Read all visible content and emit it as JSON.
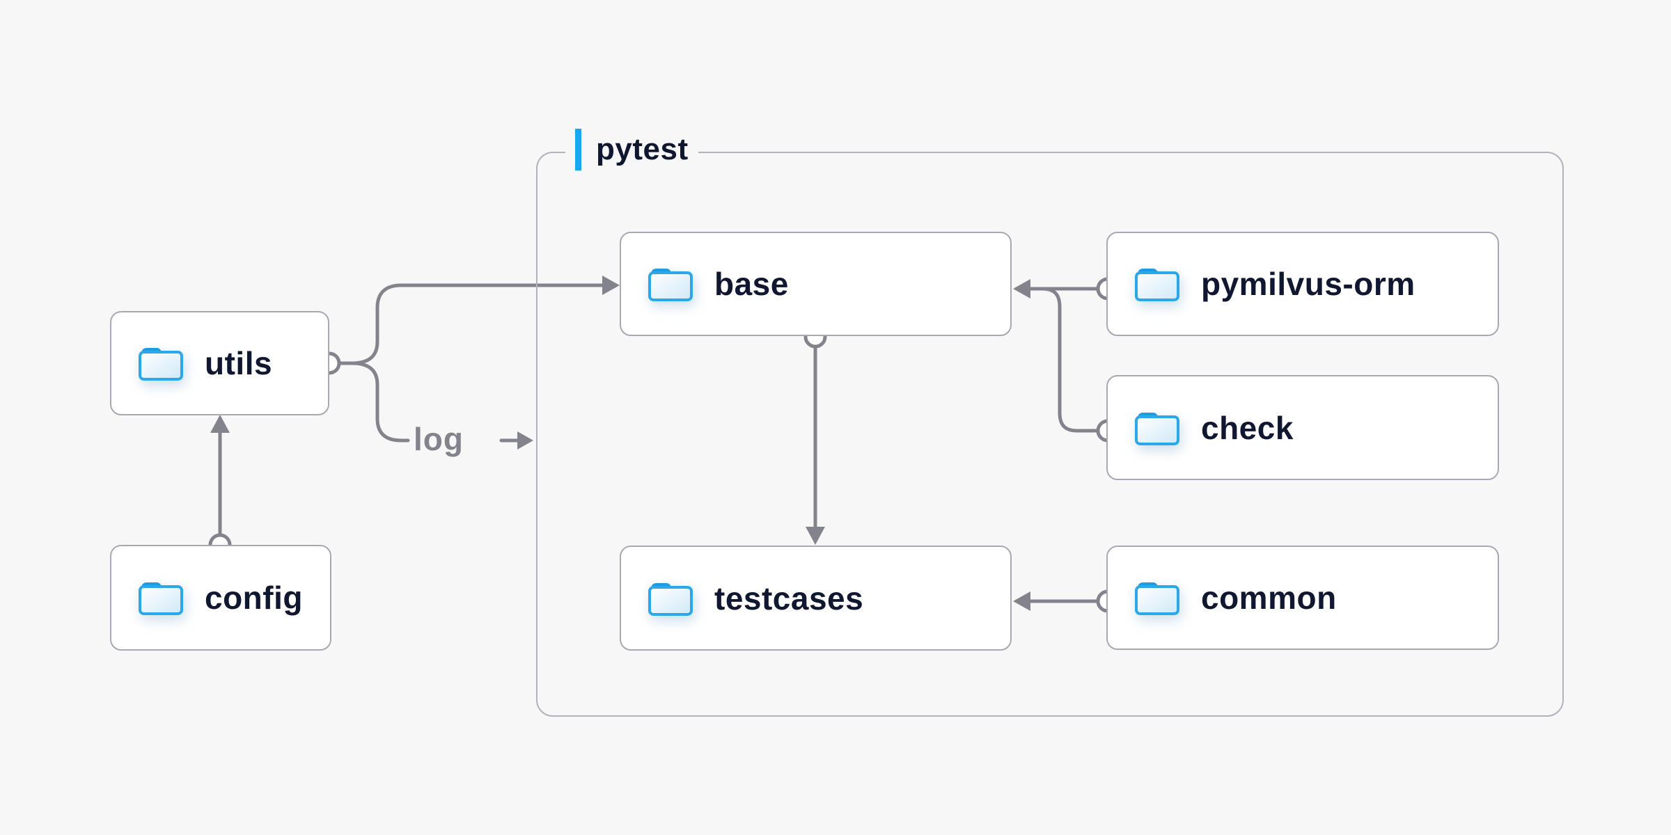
{
  "diagram": {
    "title_group": {
      "label": "pytest"
    },
    "nodes": {
      "utils": {
        "label": "utils",
        "icon": "folder-icon"
      },
      "config": {
        "label": "config",
        "icon": "folder-icon"
      },
      "base": {
        "label": "base",
        "icon": "folder-icon"
      },
      "testcases": {
        "label": "testcases",
        "icon": "folder-icon"
      },
      "pymilvus": {
        "label": "pymilvus-orm",
        "icon": "folder-icon"
      },
      "check": {
        "label": "check",
        "icon": "folder-icon"
      },
      "common": {
        "label": "common",
        "icon": "folder-icon"
      }
    },
    "edge_labels": {
      "log": "log"
    },
    "edges": [
      {
        "from": "config",
        "to": "utils",
        "style": "arrow"
      },
      {
        "from": "utils",
        "to": "base",
        "style": "arrow"
      },
      {
        "from": "utils",
        "to": "log",
        "style": "arrow"
      },
      {
        "from": "pymilvus-orm",
        "to": "base",
        "style": "arrow"
      },
      {
        "from": "check",
        "to": "base",
        "style": "arrow"
      },
      {
        "from": "base",
        "to": "testcases",
        "style": "arrow"
      },
      {
        "from": "common",
        "to": "testcases",
        "style": "arrow"
      }
    ],
    "colors": {
      "background": "#f7f7f8",
      "accent_blue": "#1aa7f2",
      "folder_blue": "#2aa8ea",
      "line_gray": "#83838d",
      "box_border_gray": "#a8a8b3",
      "group_border_gray": "#b2b2bc",
      "text_navy": "#0f1731"
    }
  }
}
